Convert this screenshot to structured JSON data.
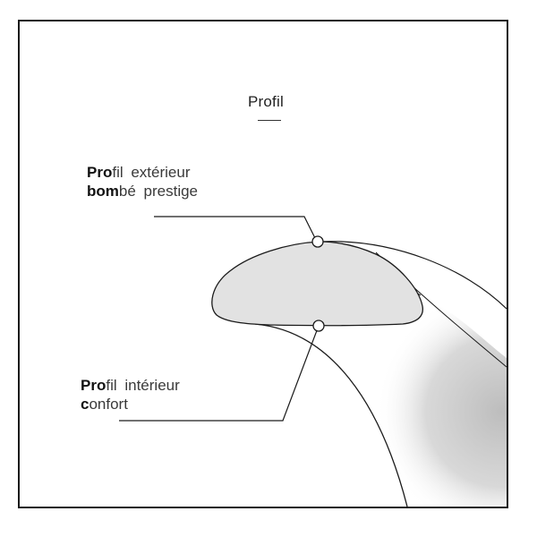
{
  "diagram": {
    "title": "Profil",
    "labels": {
      "outer": {
        "line1_bold": "Pro",
        "line1_rest": "fil extérieur",
        "line2_bold": "bom",
        "line2_rest": "bé prestige"
      },
      "inner": {
        "line1_bold": "Pro",
        "line1_rest": "fil intérieur",
        "line2_bold": "c",
        "line2_rest": "onfort"
      }
    },
    "colors": {
      "frame": "#1a1a1a",
      "profile_fill": "#e2e2e2",
      "shadow": "#c9c9c9",
      "line": "#1a1a1a",
      "text": "#3a3a3a"
    }
  }
}
